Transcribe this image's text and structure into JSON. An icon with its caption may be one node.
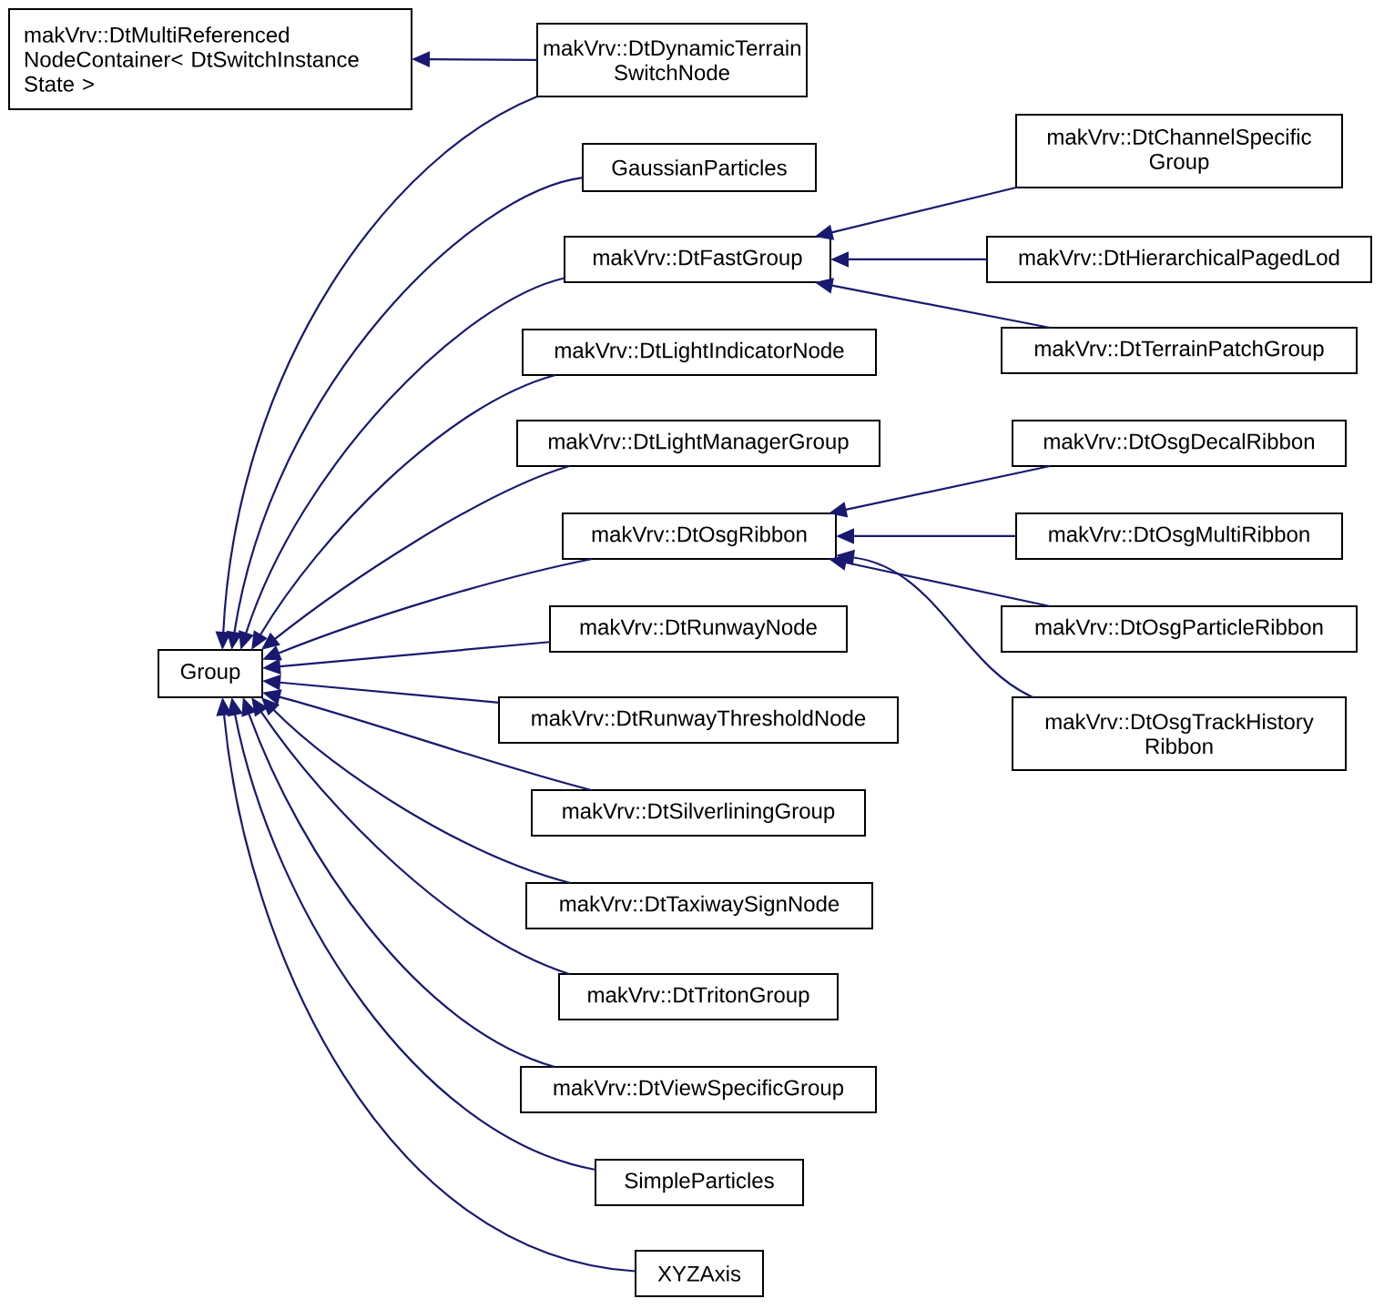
{
  "diagram": {
    "nodes": [
      {
        "text": [
          "makVrv::DtMultiReferenced NodeContainer< DtSwitchInstance State >"
        ]
      },
      {
        "text": [
          "makVrv::DtDynamicTerrain SwitchNode"
        ]
      },
      {
        "text": [
          "GaussianParticles"
        ]
      },
      {
        "text": [
          "makVrv::DtFastGroup"
        ]
      },
      {
        "text": [
          "makVrv::DtChannelSpecific Group"
        ]
      },
      {
        "text": [
          "makVrv::DtHierarchicalPagedLod"
        ]
      },
      {
        "text": [
          "makVrv::DtTerrainPatchGroup"
        ]
      },
      {
        "text": [
          "makVrv::DtLightIndicatorNode"
        ]
      },
      {
        "text": [
          "makVrv::DtLightManagerGroup"
        ]
      },
      {
        "text": [
          "makVrv::DtOsgRibbon"
        ]
      },
      {
        "text": [
          "makVrv::DtOsgDecalRibbon"
        ]
      },
      {
        "text": [
          "makVrv::DtOsgMultiRibbon"
        ]
      },
      {
        "text": [
          "makVrv::DtOsgParticleRibbon"
        ]
      },
      {
        "text": [
          "makVrv::DtOsgTrackHistory Ribbon"
        ]
      },
      {
        "text": [
          "Group"
        ]
      },
      {
        "text": [
          "makVrv::DtRunwayNode"
        ]
      },
      {
        "text": [
          "makVrv::DtRunwayThresholdNode"
        ]
      },
      {
        "text": [
          "makVrv::DtSilverliningGroup"
        ]
      },
      {
        "text": [
          "makVrv::DtTaxiwaySignNode"
        ]
      },
      {
        "text": [
          "makVrv::DtTritonGroup"
        ]
      },
      {
        "text": [
          "makVrv::DtViewSpecificGroup"
        ]
      },
      {
        "text": [
          "SimpleParticles"
        ]
      },
      {
        "text": [
          "XYZAxis"
        ]
      }
    ],
    "edges": [
      {
        "from": 1,
        "to": 0,
        "arrow": "to"
      },
      {
        "from": 1,
        "to": 14,
        "arrow": "to"
      },
      {
        "from": 2,
        "to": 14,
        "arrow": "to"
      },
      {
        "from": 3,
        "to": 14,
        "arrow": "to"
      },
      {
        "from": 4,
        "to": 3,
        "arrow": "to"
      },
      {
        "from": 5,
        "to": 3,
        "arrow": "to"
      },
      {
        "from": 6,
        "to": 3,
        "arrow": "to"
      },
      {
        "from": 7,
        "to": 14,
        "arrow": "to"
      },
      {
        "from": 8,
        "to": 14,
        "arrow": "to"
      },
      {
        "from": 9,
        "to": 14,
        "arrow": "to"
      },
      {
        "from": 10,
        "to": 9,
        "arrow": "to"
      },
      {
        "from": 11,
        "to": 9,
        "arrow": "to"
      },
      {
        "from": 12,
        "to": 9,
        "arrow": "to"
      },
      {
        "from": 13,
        "to": 9,
        "arrow": "to"
      },
      {
        "from": 15,
        "to": 14,
        "arrow": "to"
      },
      {
        "from": 16,
        "to": 14,
        "arrow": "to"
      },
      {
        "from": 17,
        "to": 14,
        "arrow": "to"
      },
      {
        "from": 18,
        "to": 14,
        "arrow": "to"
      },
      {
        "from": 19,
        "to": 14,
        "arrow": "to"
      },
      {
        "from": 20,
        "to": 14,
        "arrow": "to"
      },
      {
        "from": 21,
        "to": 14,
        "arrow": "to"
      },
      {
        "from": 22,
        "to": 14,
        "arrow": "to"
      }
    ]
  }
}
